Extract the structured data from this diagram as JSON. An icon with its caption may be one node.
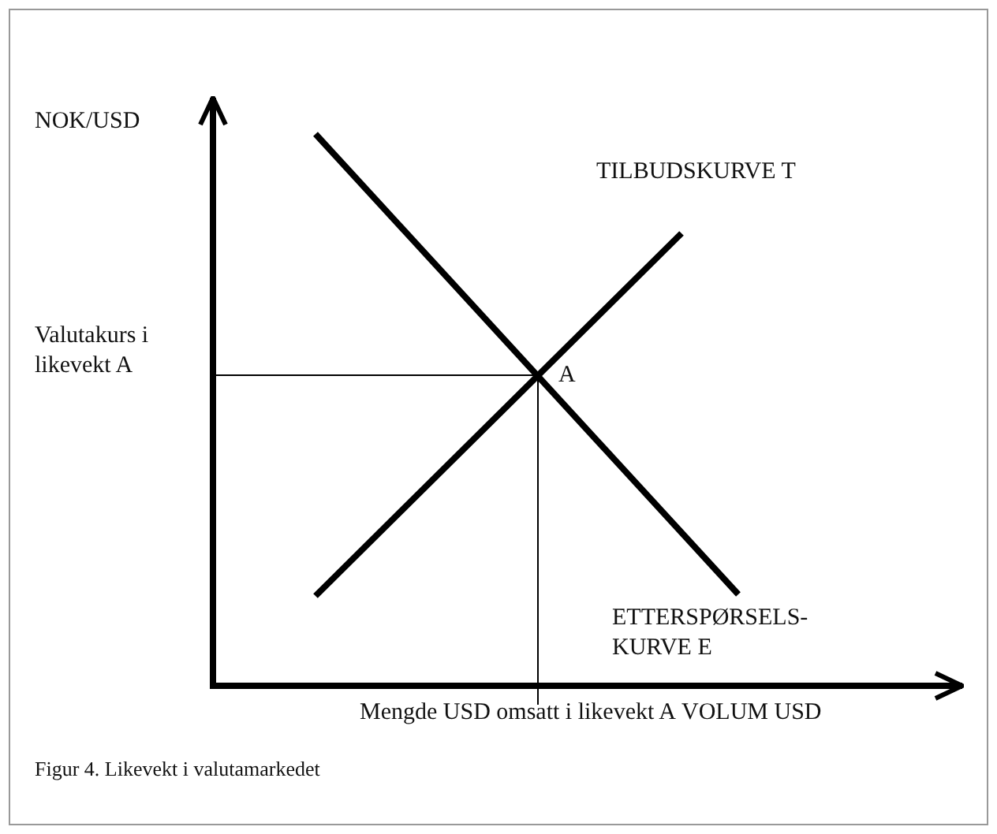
{
  "diagram": {
    "caption": "Figur 4. Likevekt i valutamarkedet",
    "labels": [
      "NOK/USD",
      "TILBUDSKURVE T",
      "Valutakurs i likevekt A",
      "A",
      "ETTERSPØRSELS- KURVE E",
      "Mengde USD omsatt i likevekt A",
      "VOLUM USD"
    ]
  }
}
